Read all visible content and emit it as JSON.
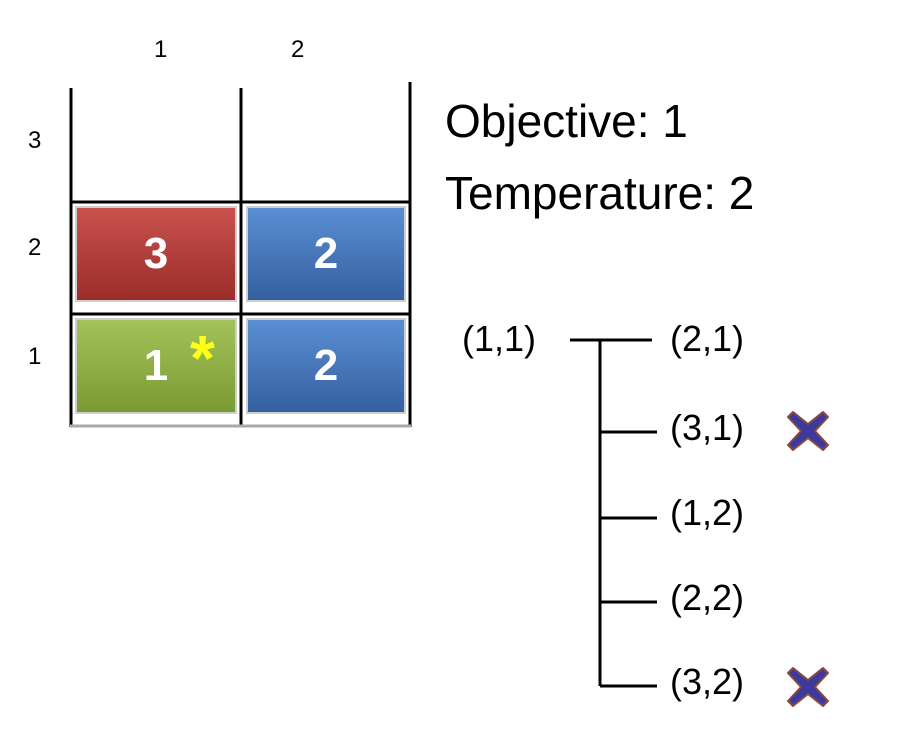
{
  "grid": {
    "column_labels": [
      "1",
      "2"
    ],
    "row_labels": [
      "3",
      "2",
      "1"
    ],
    "tiles": [
      {
        "label": "3",
        "color": "#b8403c"
      },
      {
        "label": "2",
        "color": "#4a7cc2"
      },
      {
        "label": "1",
        "color": "#8fae45"
      },
      {
        "label": "2",
        "color": "#4a7cc2"
      }
    ],
    "marker": "*",
    "marker_color": "#ffff1a"
  },
  "info": {
    "objective": "Objective: 1",
    "temperature": "Temperature: 2"
  },
  "tree": {
    "root": "(1,1)",
    "children": [
      {
        "label": "(2,1)",
        "rejected": false
      },
      {
        "label": "(3,1)",
        "rejected": true
      },
      {
        "label": "(1,2)",
        "rejected": false
      },
      {
        "label": "(2,2)",
        "rejected": false
      },
      {
        "label": "(3,2)",
        "rejected": true
      }
    ],
    "reject_icon": "x-mark-icon",
    "reject_color": "#3c3aa0"
  }
}
